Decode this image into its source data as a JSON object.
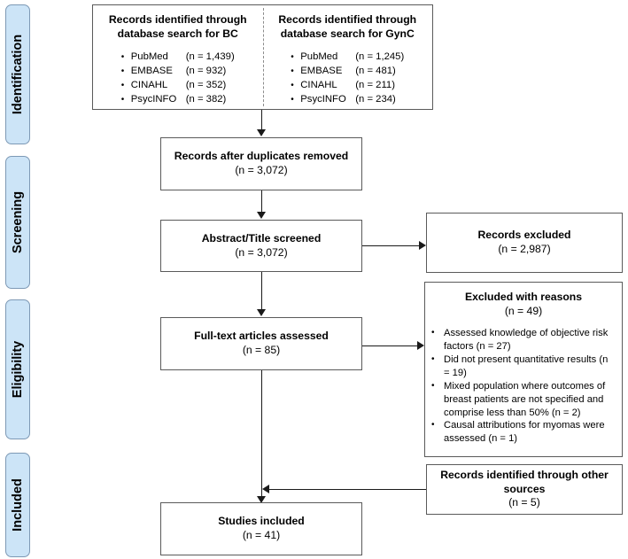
{
  "diagram": {
    "type": "prisma-flow-diagram",
    "stages": [
      {
        "label": "Identification"
      },
      {
        "label": "Screening"
      },
      {
        "label": "Eligibility"
      },
      {
        "label": "Included"
      }
    ],
    "identification": {
      "columns": [
        {
          "title": "Records identified through database search for BC",
          "sources": [
            {
              "name": "PubMed",
              "count": "(n = 1,439)"
            },
            {
              "name": "EMBASE",
              "count": "(n = 932)"
            },
            {
              "name": "CINAHL",
              "count": "(n = 352)"
            },
            {
              "name": "PsycINFO",
              "count": "(n = 382)"
            }
          ]
        },
        {
          "title": "Records identified through database search for GynC",
          "sources": [
            {
              "name": "PubMed",
              "count": "(n = 1,245)"
            },
            {
              "name": "EMBASE",
              "count": "(n = 481)"
            },
            {
              "name": "CINAHL",
              "count": "(n = 211)"
            },
            {
              "name": "PsycINFO",
              "count": "(n = 234)"
            }
          ]
        }
      ]
    },
    "boxes": {
      "duplicates_removed": {
        "title": "Records after duplicates removed",
        "count": "(n = 3,072)"
      },
      "abstract_title_screened": {
        "title": "Abstract/Title screened",
        "count": "(n = 3,072)"
      },
      "records_excluded": {
        "title": "Records excluded",
        "count": "(n = 2,987)"
      },
      "fulltext_assessed": {
        "title": "Full-text articles assessed",
        "count": "(n = 85)"
      },
      "excluded_with_reasons": {
        "title": "Excluded with reasons",
        "count": "(n = 49)",
        "reasons": [
          "Assessed knowledge of objective risk factors (n = 27)",
          "Did not present quantitative results (n = 19)",
          "Mixed population where outcomes of breast patients are not specified and comprise less than 50% (n = 2)",
          "Causal attributions for myomas were assessed (n = 1)"
        ]
      },
      "other_sources": {
        "title": "Records identified through other sources",
        "count": "(n = 5)"
      },
      "studies_included": {
        "title": "Studies included",
        "count": "(n = 41)"
      }
    },
    "bullet_glyph": "•",
    "colors": {
      "stage_fill": "#cce4f7",
      "stage_border": "#7d99b5",
      "box_border": "#5a5a5a",
      "connector": "#1a1a1a",
      "background": "#ffffff"
    }
  }
}
